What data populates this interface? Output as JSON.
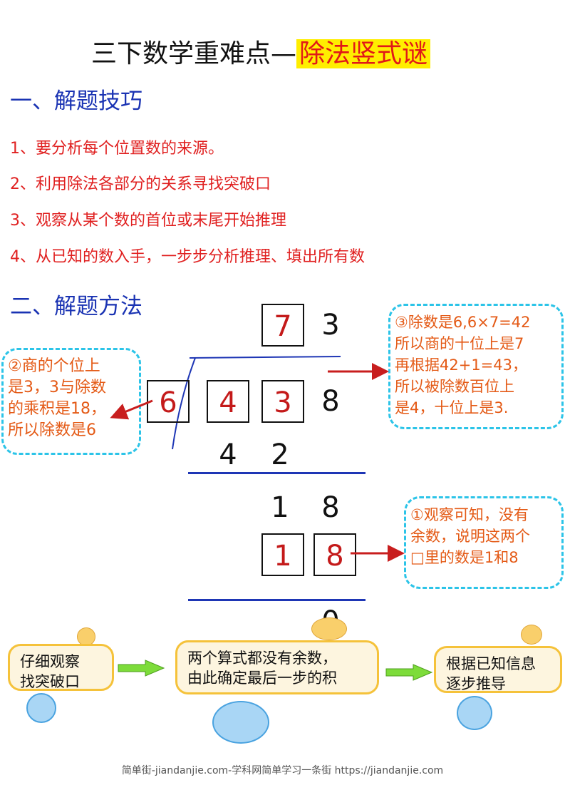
{
  "title": {
    "main": "三下数学重难点—",
    "highlight": "除法竖式谜"
  },
  "section1": {
    "heading": "一、解题技巧",
    "tips": [
      "1、要分析每个位置数的来源。",
      "2、利用除法各部分的关系寻找突破口",
      "3、观察从某个数的首位或末尾开始推理",
      "4、从已知的数入手，一步步分析推理、填出所有数"
    ]
  },
  "section2": {
    "heading": "二、解题方法"
  },
  "division": {
    "quotient_tens": "7",
    "quotient_ones": "3",
    "divisor": "6",
    "dividend_hundreds": "4",
    "dividend_tens": "3",
    "dividend_ones": "8",
    "product1_tens": "4",
    "product1_ones": "2",
    "remainder1_tens": "1",
    "remainder1_ones": "8",
    "product2_tens": "1",
    "product2_ones": "8",
    "final": "0"
  },
  "callouts": {
    "left": [
      "②商的个位上",
      "是3，3与除数",
      "的乘积是18，",
      "所以除数是6"
    ],
    "right_top": [
      "③除数是6,6×7=42",
      "所以商的十位上是7",
      "再根据42+1=43，",
      "所以被除数百位上",
      "是4，十位上是3."
    ],
    "right_bottom": [
      "①观察可知，没有",
      "余数，说明这两个",
      "□里的数是1和8"
    ]
  },
  "steps": [
    [
      "仔细观察",
      "找突破口"
    ],
    [
      "两个算式都没有余数，",
      "由此确定最后一步的积"
    ],
    [
      "根据已知信息",
      "逐步推导"
    ]
  ],
  "footer": "简单街-jiandanjie.com-学科网简单学习一条街 https://jiandanjie.com",
  "colors": {
    "title_highlight_bg": "#ffee00",
    "title_highlight_text": "#e11818",
    "heading_blue": "#1a33b3",
    "tip_red": "#e02020",
    "callout_border": "#2cc4e8",
    "callout_text": "#e45a16",
    "bubble_border": "#f5c23a",
    "arrow_green": "#7ddc3a"
  }
}
